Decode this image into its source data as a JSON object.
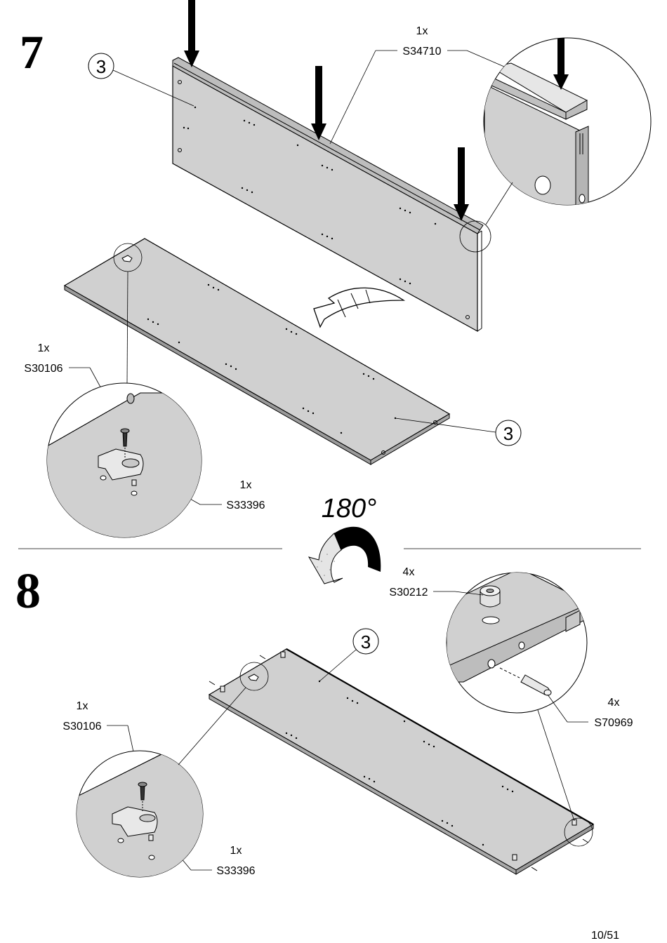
{
  "steps": [
    {
      "number": "7",
      "parts": [
        {
          "qty": "1x",
          "code": "S34710"
        },
        {
          "qty": "1x",
          "code": "S30106"
        },
        {
          "qty": "1x",
          "code": "S33396"
        }
      ],
      "panel_callouts": [
        "3",
        "3"
      ]
    },
    {
      "number": "8",
      "parts": [
        {
          "qty": "4x",
          "code": "S30212"
        },
        {
          "qty": "4x",
          "code": "S70969"
        },
        {
          "qty": "1x",
          "code": "S30106"
        },
        {
          "qty": "1x",
          "code": "S33396"
        }
      ],
      "panel_callouts": [
        "3"
      ]
    }
  ],
  "rotation_label": "180°",
  "page_number": "10/51",
  "colors": {
    "panel": "#d0d0d0",
    "panel_edge": "#9a9a9a",
    "ink": "#000000"
  }
}
